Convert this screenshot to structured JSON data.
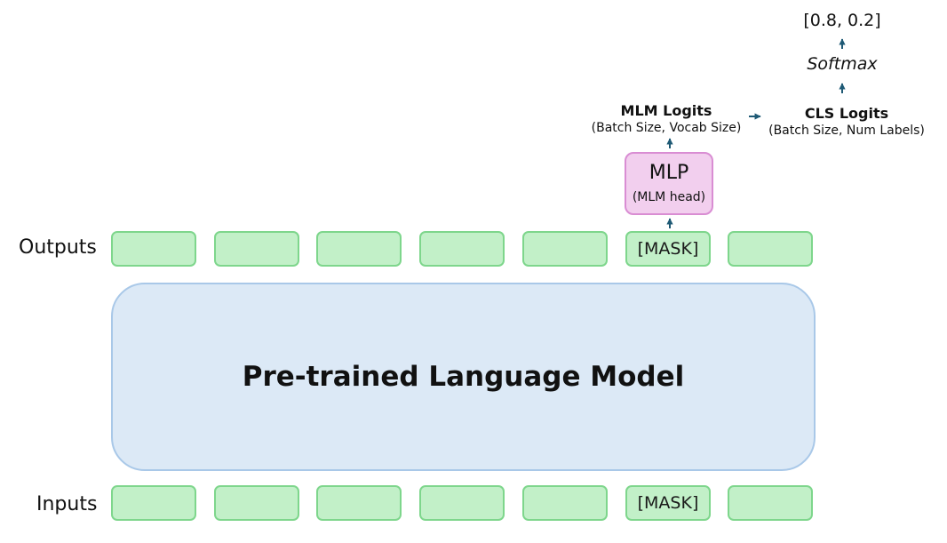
{
  "row_labels": {
    "outputs": "Outputs",
    "inputs": "Inputs"
  },
  "model": {
    "title": "Pre-trained Language Model"
  },
  "mlp": {
    "title": "MLP",
    "subtitle": "(MLM head)"
  },
  "mlm_logits": {
    "title": "MLM Logits",
    "shape": "(Batch Size, Vocab Size)"
  },
  "cls_logits": {
    "title": "CLS Logits",
    "shape": "(Batch Size, Num Labels)"
  },
  "softmax": {
    "label": "Softmax"
  },
  "probabilities": {
    "label": "[0.8, 0.2]"
  },
  "output_tokens": [
    "",
    "",
    "",
    "",
    "",
    "[MASK]",
    ""
  ],
  "input_tokens": [
    "",
    "",
    "",
    "",
    "",
    "[MASK]",
    ""
  ],
  "colors": {
    "token_fill": "#c2f0c8",
    "token_border": "#7ed68c",
    "model_fill": "#dce9f6",
    "model_border": "#a9c8e8",
    "mlp_fill": "#f2cfee",
    "mlp_border": "#d98dd3",
    "arrow": "#1f5a75"
  }
}
